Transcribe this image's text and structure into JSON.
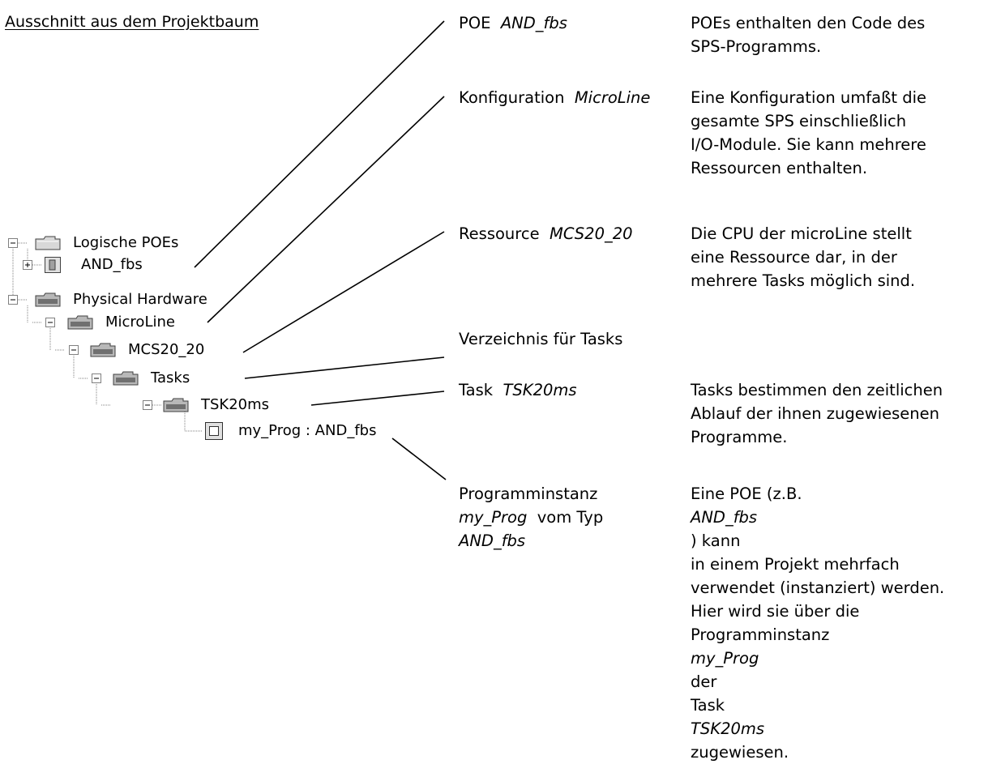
{
  "title": "Ausschnitt aus dem Projektbaum",
  "tree": {
    "items": [
      {
        "label": "Logische POEs",
        "icon": "folder-icon",
        "expander": "minus"
      },
      {
        "label": "AND_fbs",
        "icon": "poe-icon",
        "expander": "plus"
      },
      {
        "label": "Physical Hardware",
        "icon": "folder-icon",
        "expander": "minus"
      },
      {
        "label": "MicroLine",
        "icon": "folder-icon",
        "expander": "minus"
      },
      {
        "label": "MCS20_20",
        "icon": "folder-icon",
        "expander": "minus"
      },
      {
        "label": "Tasks",
        "icon": "folder-icon",
        "expander": "minus"
      },
      {
        "label": "TSK20ms",
        "icon": "folder-icon",
        "expander": "minus"
      },
      {
        "label": "my_Prog : AND_fbs",
        "icon": "program-instance-icon",
        "expander": "none"
      }
    ]
  },
  "annotations": [
    {
      "label_prefix": "POE",
      "label_italic": "AND_fbs",
      "desc": [
        "POEs enthalten den Code des",
        "SPS-Programms."
      ]
    },
    {
      "label_prefix": "Konfiguration",
      "label_italic": "MicroLine",
      "desc": [
        "Eine Konfiguration umfaßt die",
        "gesamte SPS einschließlich",
        "I/O-Module. Sie kann mehrere",
        "Ressourcen enthalten."
      ]
    },
    {
      "label_prefix": "Ressource",
      "label_italic": "MCS20_20",
      "desc": [
        "Die CPU der microLine stellt",
        "eine Ressource dar, in der",
        "mehrere Tasks möglich sind."
      ]
    },
    {
      "label_prefix": "Verzeichnis für Tasks",
      "label_italic": "",
      "desc": []
    },
    {
      "label_prefix": "Task",
      "label_italic": "TSK20ms",
      "desc": [
        "Tasks bestimmen den zeitlichen",
        "Ablauf der ihnen zugewiesenen",
        "Programme."
      ]
    },
    {
      "label_lines": {
        "l1": "Programminstanz",
        "l2_italic": "my_Prog",
        "l2_rest": "  vom Typ",
        "l3_italic": "AND_fbs"
      },
      "desc_rich": {
        "l1_pre": "Eine POE (z.B. ",
        "l1_italic": "AND_fbs",
        "l1_post": ") kann",
        "l2": "in einem Projekt mehrfach",
        "l3": "verwendet (instanziert) werden.",
        "l4": "Hier wird sie über die",
        "l5_pre": "Programminstanz ",
        "l5_italic": "my_Prog",
        "l5_post": " der",
        "l6_pre": "Task ",
        "l6_italic": "TSK20ms",
        "l6_post": " zugewiesen."
      }
    }
  ]
}
